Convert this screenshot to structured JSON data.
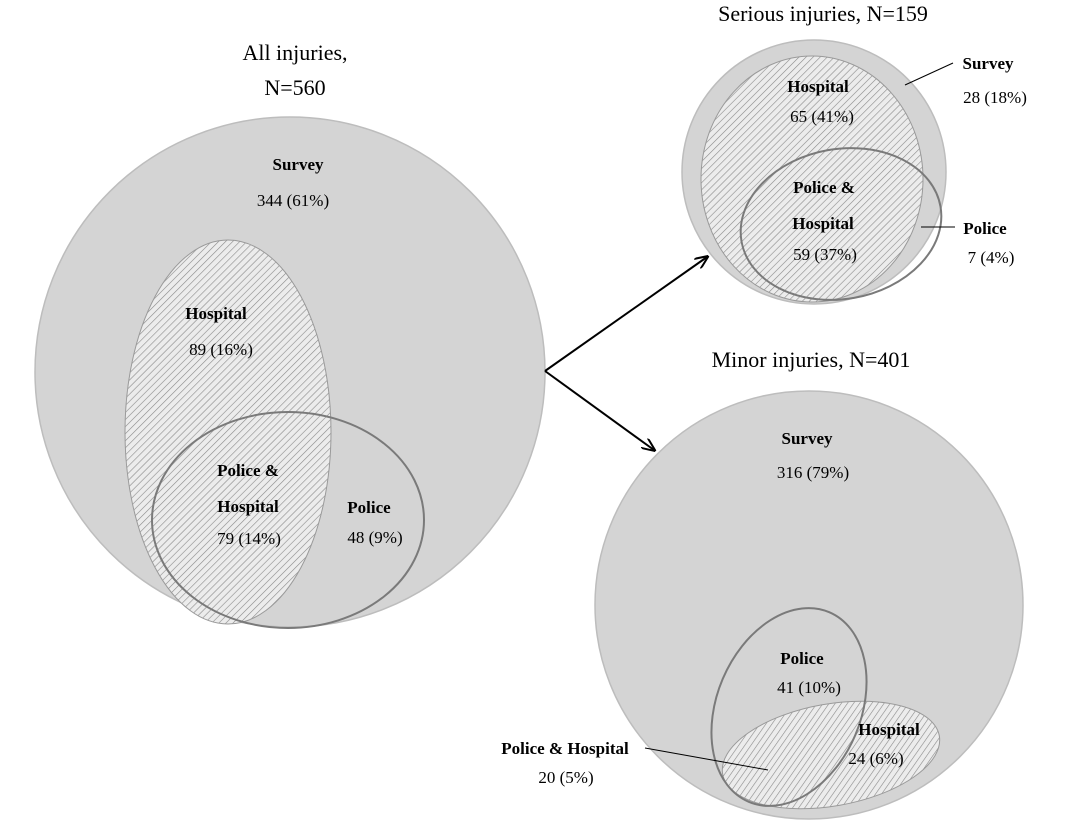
{
  "all": {
    "title_line1": "All injuries,",
    "title_line2": "N=560",
    "survey_label": "Survey",
    "survey_value": "344 (61%)",
    "hospital_label": "Hospital",
    "hospital_value": "89 (16%)",
    "both_label_line1": "Police &",
    "both_label_line2": "Hospital",
    "both_value": "79 (14%)",
    "police_label": "Police",
    "police_value": "48 (9%)"
  },
  "serious": {
    "title": "Serious injuries, N=159",
    "survey_label": "Survey",
    "survey_value": "28 (18%)",
    "hospital_label": "Hospital",
    "hospital_value": "65 (41%)",
    "both_label_line1": "Police &",
    "both_label_line2": "Hospital",
    "both_value": "59 (37%)",
    "police_label": "Police",
    "police_value": "7 (4%)"
  },
  "minor": {
    "title": "Minor injuries, N=401",
    "survey_label": "Survey",
    "survey_value": "316 (79%)",
    "police_label": "Police",
    "police_value": "41 (10%)",
    "hospital_label": "Hospital",
    "hospital_value": "24 (6%)",
    "both_label": "Police & Hospital",
    "both_value": "20 (5%)"
  },
  "colors": {
    "survey_fill": "#d4d4d4",
    "survey_stroke": "#bdbdbd",
    "hatch_bg": "#ececec",
    "hatch_line": "#8a8a8a",
    "police_stroke": "#7a7a7a",
    "arrow": "#000000"
  }
}
